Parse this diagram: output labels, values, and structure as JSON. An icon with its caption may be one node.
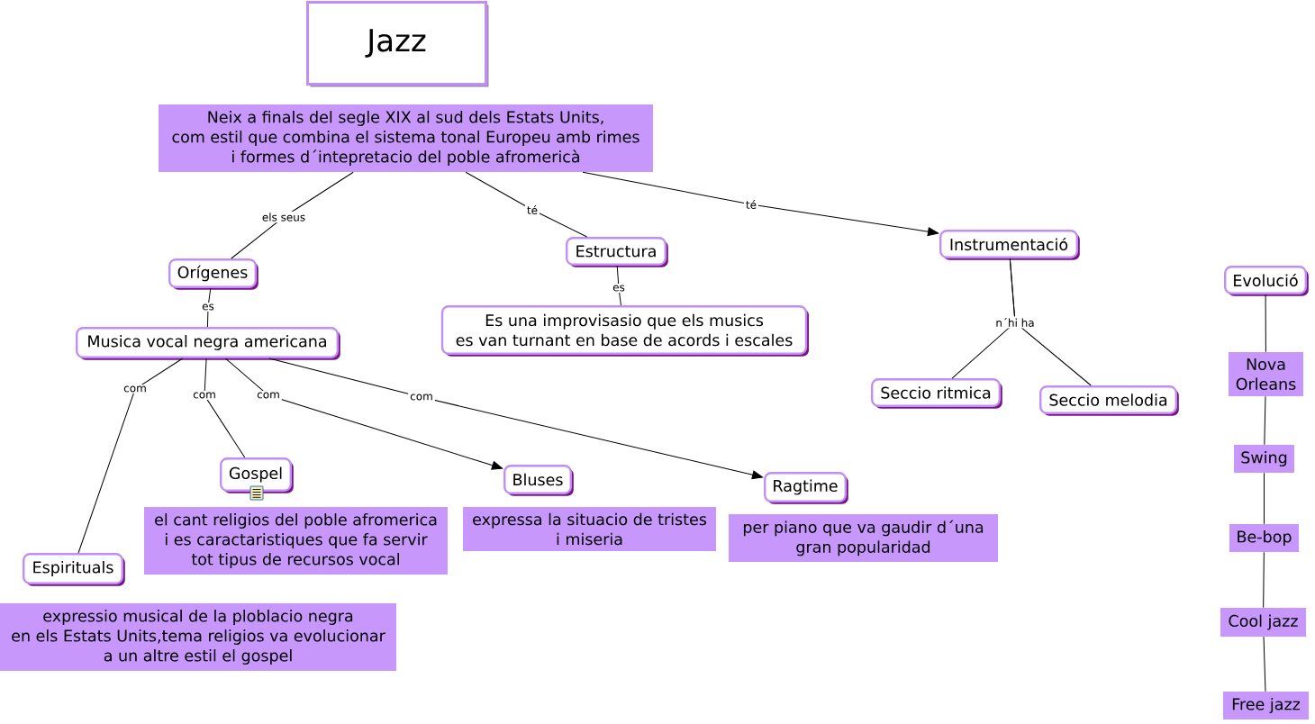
{
  "diagram": {
    "nodes": [
      {
        "text": [
          "Jazz"
        ]
      },
      {
        "text": [
          "Neix a finals del segle XIX al sud dels Estats Units, com estil que combina el sistema tonal Europeu amb rimes i formes d´intepretacio del poble afromericà"
        ]
      },
      {
        "text": [
          "Orígenes"
        ]
      },
      {
        "text": [
          "Estructura"
        ]
      },
      {
        "text": [
          "Instrumentació"
        ]
      },
      {
        "text": [
          "Evolució"
        ]
      },
      {
        "text": [
          "Musica vocal negra americana"
        ]
      },
      {
        "text": [
          "Es una improvisasio que els musics es van turnant en base de acords i escales"
        ]
      },
      {
        "text": [
          "Seccio ritmica"
        ]
      },
      {
        "text": [
          "Seccio melodia"
        ]
      },
      {
        "text": [
          "Nova Orleans"
        ]
      },
      {
        "text": [
          "Gospel"
        ]
      },
      {
        "text": [
          "Bluses"
        ]
      },
      {
        "text": [
          "Ragtime"
        ]
      },
      {
        "text": [
          "Swing"
        ]
      },
      {
        "text": [
          "el cant religios del poble afromerica i es caractaristiques que fa servir tot tipus de recursos vocal"
        ]
      },
      {
        "text": [
          "expressa la situacio de tristes i miseria"
        ]
      },
      {
        "text": [
          "per piano que va gaudir d´una gran popularidad"
        ]
      },
      {
        "text": [
          "Be-bop"
        ]
      },
      {
        "text": [
          "Espirituals"
        ]
      },
      {
        "text": [
          "Cool jazz"
        ]
      },
      {
        "text": [
          "expressio musical de la ploblacio negra en els Estats Units,tema religios va evolucionar a un altre estil el gospel"
        ]
      },
      {
        "text": [
          "Free jazz"
        ]
      }
    ],
    "edges": [
      {
        "from": 1,
        "to": 2,
        "arrow": "none",
        "label": "els seus"
      },
      {
        "from": 1,
        "to": 3,
        "arrow": "none",
        "label": "té"
      },
      {
        "from": 1,
        "to": 4,
        "arrow": "to",
        "label": "té"
      },
      {
        "from": 2,
        "to": 6,
        "arrow": "none",
        "label": "es"
      },
      {
        "from": 3,
        "to": 7,
        "arrow": "none",
        "label": "es"
      },
      {
        "from": 4,
        "to": 8,
        "arrow": "none",
        "label": "n´hi ha"
      },
      {
        "from": 4,
        "to": 9,
        "arrow": "none"
      },
      {
        "from": 6,
        "to": 19,
        "arrow": "none",
        "label": "com"
      },
      {
        "from": 6,
        "to": 11,
        "arrow": "none",
        "label": "com"
      },
      {
        "from": 6,
        "to": 12,
        "arrow": "to",
        "label": "com"
      },
      {
        "from": 6,
        "to": 13,
        "arrow": "to",
        "label": "com"
      },
      {
        "from": 5,
        "to": 10,
        "arrow": "none"
      },
      {
        "from": 10,
        "to": 14,
        "arrow": "none"
      },
      {
        "from": 14,
        "to": 18,
        "arrow": "none"
      },
      {
        "from": 18,
        "to": 20,
        "arrow": "none"
      },
      {
        "from": 20,
        "to": 22,
        "arrow": "none"
      }
    ]
  }
}
